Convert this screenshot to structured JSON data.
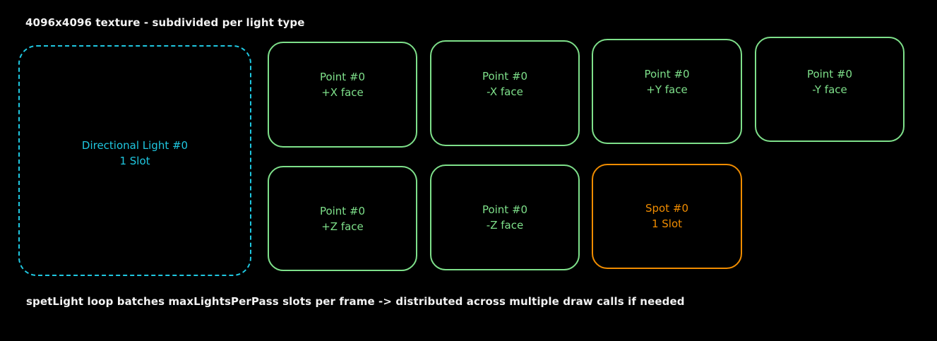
{
  "captions": {
    "top": "4096x4096 texture - subdivided per light type",
    "bottom": "spetLight loop batches maxLightsPerPass slots per frame -> distributed across multiple draw calls if needed"
  },
  "colors": {
    "background": "#000000",
    "point": "#7ee08a",
    "spot": "#f08c00",
    "directional": "#1fc7e0",
    "caption": "#f2f2f2"
  },
  "slots": {
    "directional": {
      "line1": "Directional Light #0",
      "line2": "1 Slot"
    },
    "point_pos_x": {
      "line1": "Point #0",
      "line2": "+X face"
    },
    "point_neg_x": {
      "line1": "Point #0",
      "line2": "-X face"
    },
    "point_pos_y": {
      "line1": "Point #0",
      "line2": "+Y face"
    },
    "point_neg_y": {
      "line1": "Point #0",
      "line2": "-Y face"
    },
    "point_pos_z": {
      "line1": "Point #0",
      "line2": "+Z face"
    },
    "point_neg_z": {
      "line1": "Point #0",
      "line2": "-Z face"
    },
    "spot": {
      "line1": "Spot #0",
      "line2": "1 Slot"
    }
  }
}
